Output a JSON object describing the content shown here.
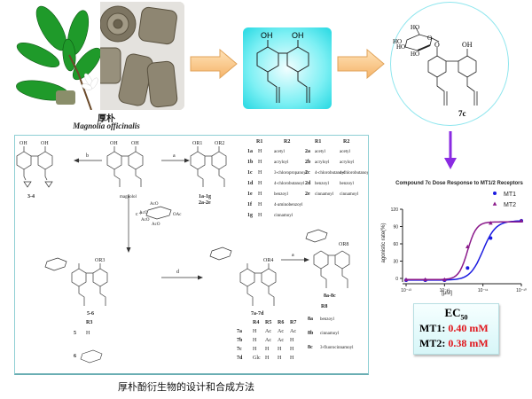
{
  "source_panel": {
    "image_alt": "magnolia-plant-and-bark-photo",
    "chinese_name": "厚朴",
    "latin_name": "Magnolia officinalis"
  },
  "flow": {
    "arrow1": "right-arrow",
    "arrow2": "right-arrow",
    "arrow3": "down-arrow"
  },
  "magnolol_structure": {
    "labels": [
      "OH",
      "OH"
    ]
  },
  "lead_compound": {
    "label": "7c",
    "labels": [
      "HO",
      "HO",
      "HO",
      "HO",
      "O",
      "O",
      "OH"
    ]
  },
  "scheme": {
    "caption": "厚朴酚衍生物的设计和合成方法",
    "center_compound": "magnolol",
    "arrows": {
      "a": "a",
      "b": "b",
      "c": "c + ",
      "d": "d",
      "a2": "a"
    },
    "compounds": {
      "c34": "3-4",
      "c1": "1a-1g",
      "c2": "2a-2e",
      "c56": "5-6",
      "c7": "7a-7d",
      "c8": "8a-8c"
    },
    "struct_labels": {
      "or1": "OR1",
      "or2": "OR2",
      "or3": "OR3",
      "or4": "OR4",
      "or8": "OR8",
      "oh": "OH",
      "glucose_reagent": [
        "AcO",
        "AcO",
        "AcO",
        "AcO",
        "OAc"
      ]
    },
    "table1": {
      "headers": [
        "R1",
        "R2",
        "R1",
        "R2"
      ],
      "rows": [
        {
          "id": "1a",
          "r1": "H",
          "r2": "acetyl",
          "id2": "2a",
          "r1b": "acetyl",
          "r2b": "acetyl"
        },
        {
          "id": "1b",
          "r1": "H",
          "r2": "acryloyl",
          "id2": "2b",
          "r1b": "acryloyl",
          "r2b": "acryloyl"
        },
        {
          "id": "1c",
          "r1": "H",
          "r2": "3-chloropropanoyl",
          "id2": "2c",
          "r1b": "4-chlorobutanoyl",
          "r2b": "4-chlorobutanoyl"
        },
        {
          "id": "1d",
          "r1": "H",
          "r2": "4-chlorobutanoyl",
          "id2": "2d",
          "r1b": "benzoyl",
          "r2b": "benzoyl"
        },
        {
          "id": "1e",
          "r1": "H",
          "r2": "benzoyl",
          "id2": "2e",
          "r1b": "cinnamoyl",
          "r2b": "cinnamoyl"
        },
        {
          "id": "1f",
          "r1": "H",
          "r2": "4-aminobenzoyl",
          "id2": "",
          "r1b": "",
          "r2b": ""
        },
        {
          "id": "1g",
          "r1": "H",
          "r2": "cinnamoyl",
          "id2": "",
          "r1b": "",
          "r2b": ""
        }
      ]
    },
    "table5": {
      "header": "R3",
      "rows": [
        {
          "id": "5",
          "r3": "H"
        },
        {
          "id": "6",
          "r3": "tetra-O-acetyl-glucosyl"
        }
      ]
    },
    "table7": {
      "headers": [
        "R4",
        "R5",
        "R6",
        "R7"
      ],
      "rows": [
        {
          "id": "7a",
          "vals": [
            "H",
            "Ac",
            "Ac",
            "Ac"
          ]
        },
        {
          "id": "7b",
          "vals": [
            "H",
            "Ac",
            "Ac",
            "H"
          ]
        },
        {
          "id": "7c",
          "vals": [
            "H",
            "H",
            "H",
            "H"
          ]
        },
        {
          "id": "7d",
          "vals": [
            "Glc",
            "H",
            "H",
            "H"
          ]
        }
      ]
    },
    "table8": {
      "header": "R8",
      "rows": [
        {
          "id": "8a",
          "r8": "benzoyl"
        },
        {
          "id": "8b",
          "r8": "cinnamoyl"
        },
        {
          "id": "8c",
          "r8": "3-fluorocinnamoyl"
        }
      ]
    }
  },
  "ec50": {
    "title": "EC50",
    "rows": [
      {
        "label": "MT1: ",
        "value": "0.40 mM"
      },
      {
        "label": "MT2: ",
        "value": "0.38 mM"
      }
    ]
  },
  "chart_data": {
    "type": "line",
    "title": "Compound 7c Dose Response to MT1/2 Receptors",
    "xlabel": "[μM]",
    "ylabel": "agonistic rate(%)",
    "xscale": "log",
    "xlim": [
      -13,
      -10
    ],
    "ylim": [
      -5,
      120
    ],
    "xticks": [
      "10⁻¹³",
      "10⁻¹²",
      "10⁻¹¹",
      "10⁻¹⁰"
    ],
    "yticks": [
      0,
      30,
      60,
      90,
      120
    ],
    "legend_position": "top-right",
    "series": [
      {
        "name": "MT1",
        "marker": "circle",
        "color": "#1a1ae0",
        "x": [
          -13,
          -12.5,
          -12,
          -11.4,
          -10.8,
          -10
        ],
        "y": [
          -3,
          -3,
          -3,
          18,
          70,
          100
        ],
        "fit": {
          "bottom": -3,
          "top": 100,
          "logec50": -11.0,
          "hill": 1.3
        }
      },
      {
        "name": "MT2",
        "marker": "triangle",
        "color": "#8b1a8b",
        "x": [
          -13,
          -12.5,
          -12,
          -11.4,
          -10.8,
          -10
        ],
        "y": [
          -2,
          -2,
          -2,
          55,
          96,
          100
        ],
        "fit": {
          "bottom": -2,
          "top": 98,
          "logec50": -11.4,
          "hill": 1.9
        }
      }
    ]
  }
}
